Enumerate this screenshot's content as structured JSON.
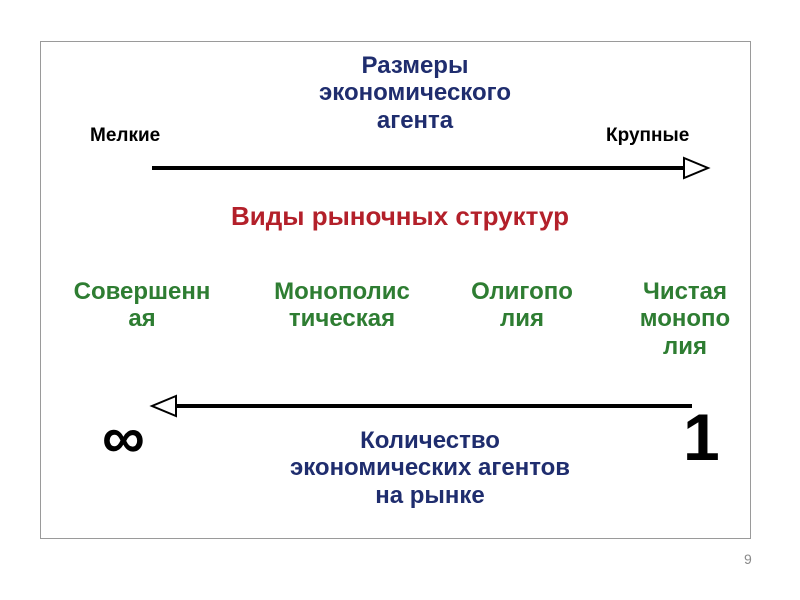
{
  "slide": {
    "size_title": "Размеры\nэкономического\nагента",
    "small_label": "Мелкие",
    "large_label": "Крупные",
    "structures_title": "Виды рыночных структур",
    "structures": [
      {
        "label": "Совершенн\nая"
      },
      {
        "label": "Монополис\nтическая"
      },
      {
        "label": "Олигопо\nлия"
      },
      {
        "label": "Чистая\nмонопо\nлия"
      }
    ],
    "infinity_symbol": "∞",
    "one_label": "1",
    "count_title": "Количество\nэкономических агентов\nна рынке",
    "page_number": "9"
  },
  "colors": {
    "title_blue": "#1f2d6e",
    "heading_red": "#b3202a",
    "structure_green": "#2e7d32"
  }
}
